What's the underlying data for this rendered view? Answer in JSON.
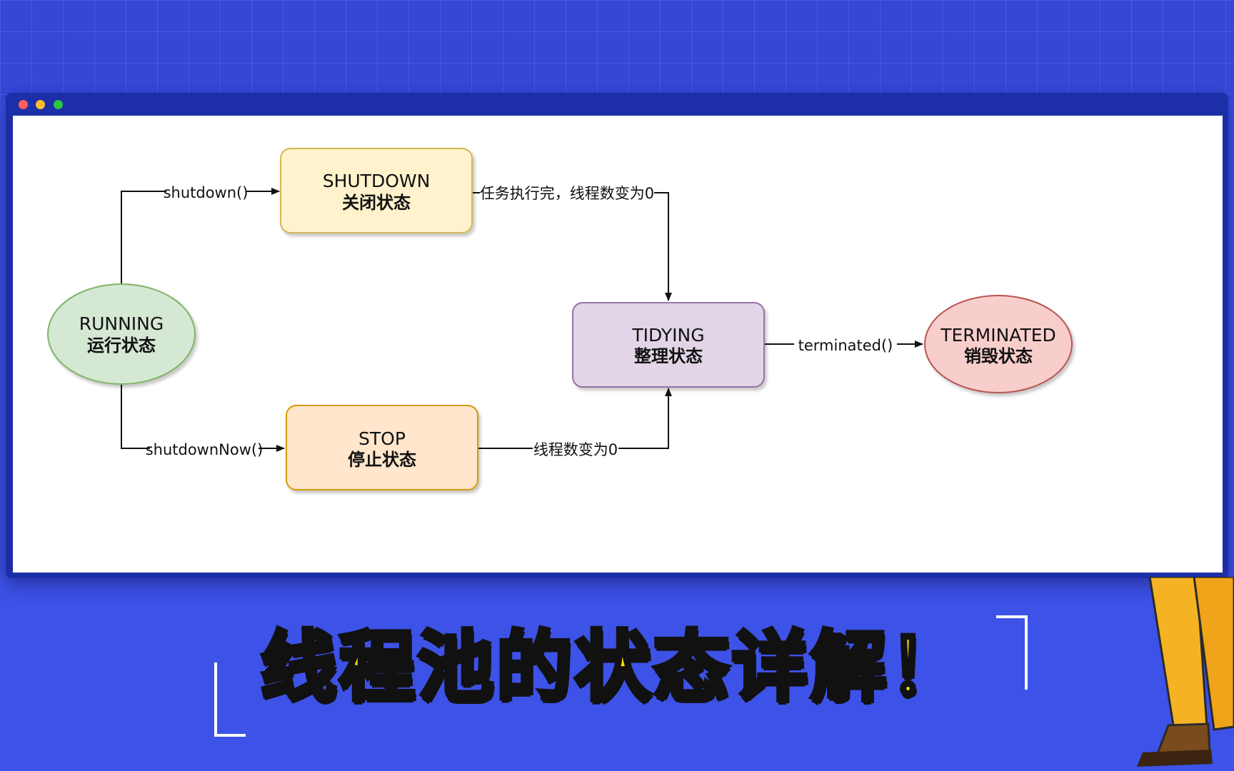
{
  "diagram": {
    "nodes": {
      "running": {
        "title": "RUNNING",
        "subtitle": "运行状态",
        "fill": "#d5e8d4",
        "stroke": "#82b366"
      },
      "shutdown": {
        "title": "SHUTDOWN",
        "subtitle": "关闭状态",
        "fill": "#fff2cc",
        "stroke": "#d6b656"
      },
      "stop": {
        "title": "STOP",
        "subtitle": "停止状态",
        "fill": "#ffe6cc",
        "stroke": "#d79b00"
      },
      "tidying": {
        "title": "TIDYING",
        "subtitle": "整理状态",
        "fill": "#e1d5e7",
        "stroke": "#9673a6"
      },
      "terminated": {
        "title": "TERMINATED",
        "subtitle": "销毁状态",
        "fill": "#f8cecc",
        "stroke": "#b85450"
      }
    },
    "edges": {
      "running_to_shutdown": "shutdown()",
      "running_to_stop": "shutdownNow()",
      "shutdown_to_tidying": "任务执行完，线程数变为0",
      "stop_to_tidying": "线程数变为0",
      "tidying_to_terminated": "terminated()"
    }
  },
  "banner": {
    "title": "线程池的状态详解！",
    "color": "#ffe400"
  }
}
